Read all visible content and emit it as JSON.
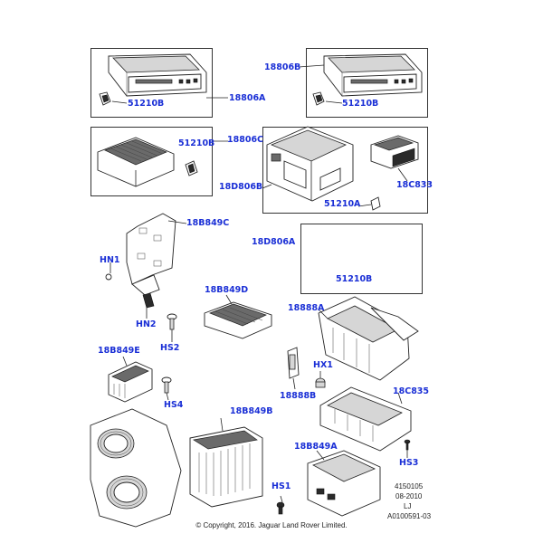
{
  "labels": {
    "p18806A": "18806A",
    "p18806A_clip": "51210B",
    "p18806B": "18806B",
    "p18806B_clip": "51210B",
    "p18806C": "18806C",
    "p18806C_clip": "51210B",
    "p18D806B": "18D806B",
    "p51210A": "51210A",
    "p18C833": "18C833",
    "p18B849C": "18B849C",
    "p18D806A": "18D806A",
    "p18D806A_clip": "51210B",
    "pHN1": "HN1",
    "pHN2": "HN2",
    "pHS2": "HS2",
    "p18B849D": "18B849D",
    "p18888A": "18888A",
    "p18B849E": "18B849E",
    "pHX1": "HX1",
    "p18888B": "18888B",
    "pHS4": "HS4",
    "p18C835": "18C835",
    "p18B849B": "18B849B",
    "p18B849A": "18B849A",
    "pHS3": "HS3",
    "pHS1": "HS1"
  },
  "meta": {
    "code1": "4150105",
    "date": "08-2010",
    "initials": "LJ",
    "ref": "A0100591-03"
  },
  "copyright": "© Copyright, 2016. Jaguar Land Rover Limited.",
  "colors": {
    "label": "#1a2fd6",
    "line": "#222222"
  }
}
